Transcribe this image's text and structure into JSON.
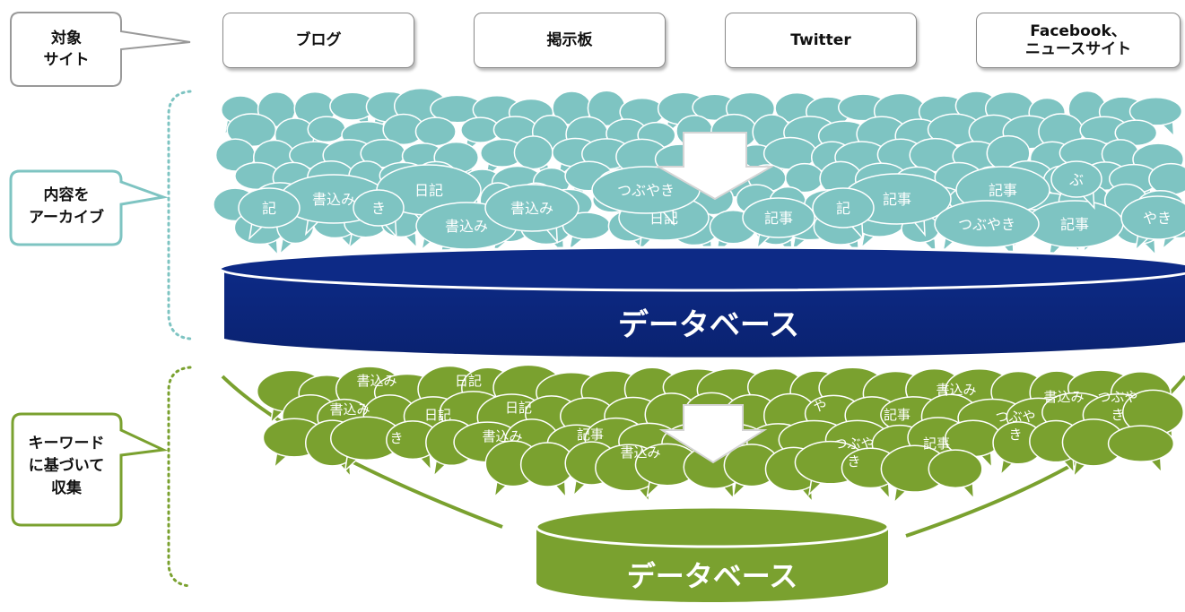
{
  "labels": {
    "target": "対象\nサイト",
    "archive": "内容を\nアーカイブ",
    "keyword": "キーワード\nに基づいて\n収集"
  },
  "sites": [
    "ブログ",
    "掲示板",
    "Twitter",
    "Facebook、\nニュースサイト"
  ],
  "top_bubbles": [
    {
      "text": "書込み"
    },
    {
      "text": "日記"
    },
    {
      "text": "書込み"
    },
    {
      "text": "書込み"
    },
    {
      "text": "日記"
    },
    {
      "text": "記事"
    },
    {
      "text": "記事"
    },
    {
      "text": "つぶやき"
    },
    {
      "text": "記事"
    },
    {
      "text": "つぶやき"
    },
    {
      "text": "記"
    },
    {
      "text": "き"
    },
    {
      "text": "記事"
    },
    {
      "text": "記"
    },
    {
      "text": "やき"
    },
    {
      "text": "ぶ"
    }
  ],
  "bottom_bubbles": [
    {
      "text": "書込み"
    },
    {
      "text": "日記"
    },
    {
      "text": "書込み"
    },
    {
      "text": "日記"
    },
    {
      "text": "日記"
    },
    {
      "text": "記事"
    },
    {
      "text": "書込み"
    },
    {
      "text": "書込み"
    },
    {
      "text": "書込み"
    },
    {
      "text": "つぶや\nき"
    },
    {
      "text": "記事"
    },
    {
      "text": "つぶや\nき"
    },
    {
      "text": "記事"
    },
    {
      "text": "き"
    },
    {
      "text": "書込み"
    },
    {
      "text": "や"
    },
    {
      "text": "つぶや\nき"
    }
  ],
  "databases": {
    "top": "データベース",
    "bottom": "データベース"
  },
  "colors": {
    "teal": "#7ec4c2",
    "teal_dark": "#5aa6a4",
    "green": "#7aa12f",
    "green_dark": "#5e8423",
    "navy": "#0d2a86",
    "callout_teal": "#7ec4c2",
    "callout_green": "#7aa12f",
    "callout_gray": "#999999"
  }
}
